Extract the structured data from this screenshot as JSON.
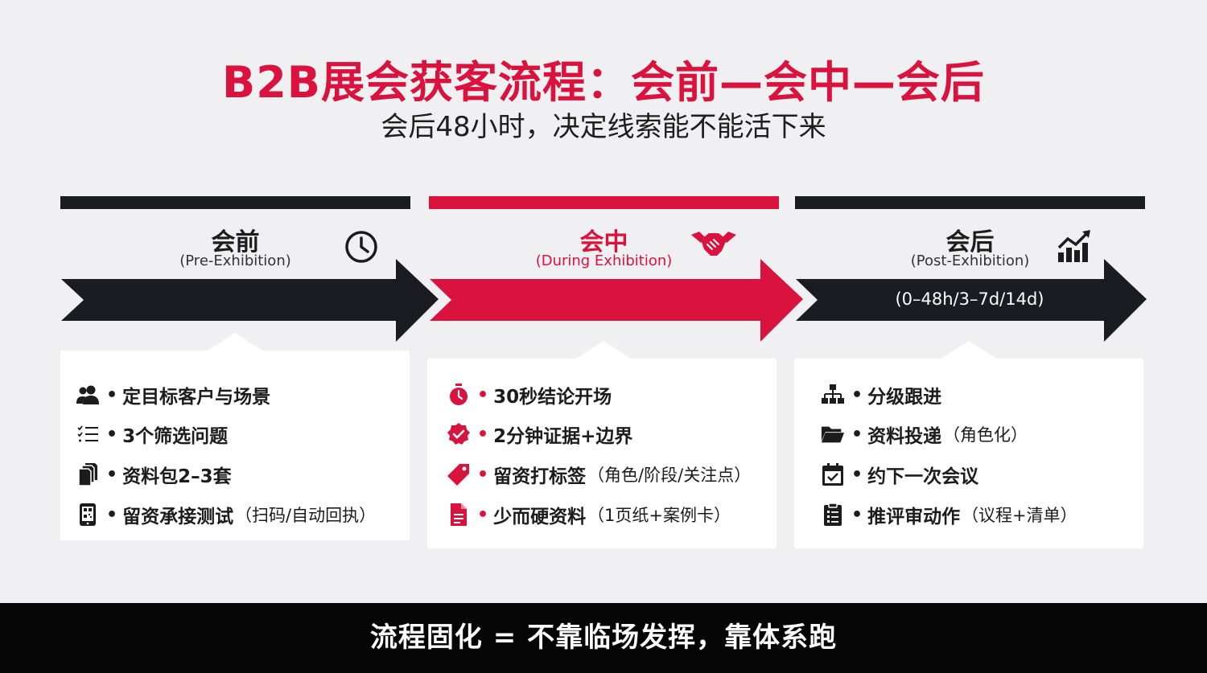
{
  "header": {
    "title": "B2B展会获客流程：会前—会中—会后",
    "subtitle": "会后48小时，决定线索能不能活下来"
  },
  "colors": {
    "accent": "#d9123e",
    "dark": "#1b1c22",
    "card": "#ffffff",
    "background": "#f0f0f2"
  },
  "stages": [
    {
      "name": "会前",
      "en": "(Pre-Exhibition)",
      "icon": "clock-icon",
      "items": [
        {
          "icon": "users-icon",
          "text": "定目标客户与场景",
          "note": ""
        },
        {
          "icon": "checklist-icon",
          "text": "3个筛选问题",
          "note": ""
        },
        {
          "icon": "documents-icon",
          "text": "资料包2–3套",
          "note": ""
        },
        {
          "icon": "qr-phone-icon",
          "text": "留资承接测试",
          "note": "（扫码/自动回执）"
        }
      ]
    },
    {
      "name": "会中",
      "en": "(During Exhibition)",
      "icon": "handshake-icon",
      "items": [
        {
          "icon": "stopwatch-icon",
          "text": "30秒结论开场",
          "note": ""
        },
        {
          "icon": "verified-badge-icon",
          "text": "2分钟证据+边界",
          "note": ""
        },
        {
          "icon": "tag-icon",
          "text": "留资打标签",
          "note": "（角色/阶段/关注点）"
        },
        {
          "icon": "document-icon",
          "text": "少而硬资料",
          "note": "（1页纸+案例卡）"
        }
      ]
    },
    {
      "name": "会后",
      "en": "(Post-Exhibition)",
      "icon": "growth-chart-icon",
      "arrow_text": "(0–48h/3–7d/14d)",
      "items": [
        {
          "icon": "hierarchy-icon",
          "text": "分级跟进",
          "note": ""
        },
        {
          "icon": "folder-icon",
          "text": "资料投递",
          "note": "（角色化）"
        },
        {
          "icon": "calendar-icon",
          "text": "约下一次会议",
          "note": ""
        },
        {
          "icon": "clipboard-icon",
          "text": "推评审动作",
          "note": "（议程+清单）"
        }
      ]
    }
  ],
  "footer": {
    "text": "流程固化 = 不靠临场发挥，靠体系跑"
  }
}
